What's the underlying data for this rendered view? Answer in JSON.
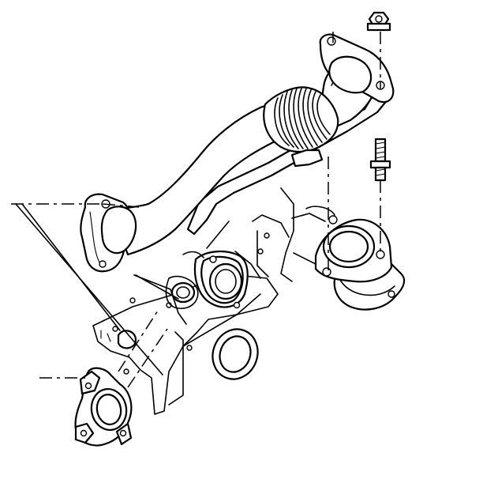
{
  "diagram": {
    "type": "exploded-view-illustration",
    "colors": {
      "line": "#000000",
      "background": "#ffffff"
    },
    "parts": [
      "exhaust-crossover-pipe",
      "flex-bellows",
      "pipe-heat-shield",
      "rear-outlet-flange",
      "front-inlet-flange",
      "flange-nut",
      "flange-stud",
      "exhaust-manifold-right",
      "exhaust-manifold-left",
      "manifold-outlet-flange",
      "manifold-port-flange",
      "engine-block-section"
    ]
  }
}
